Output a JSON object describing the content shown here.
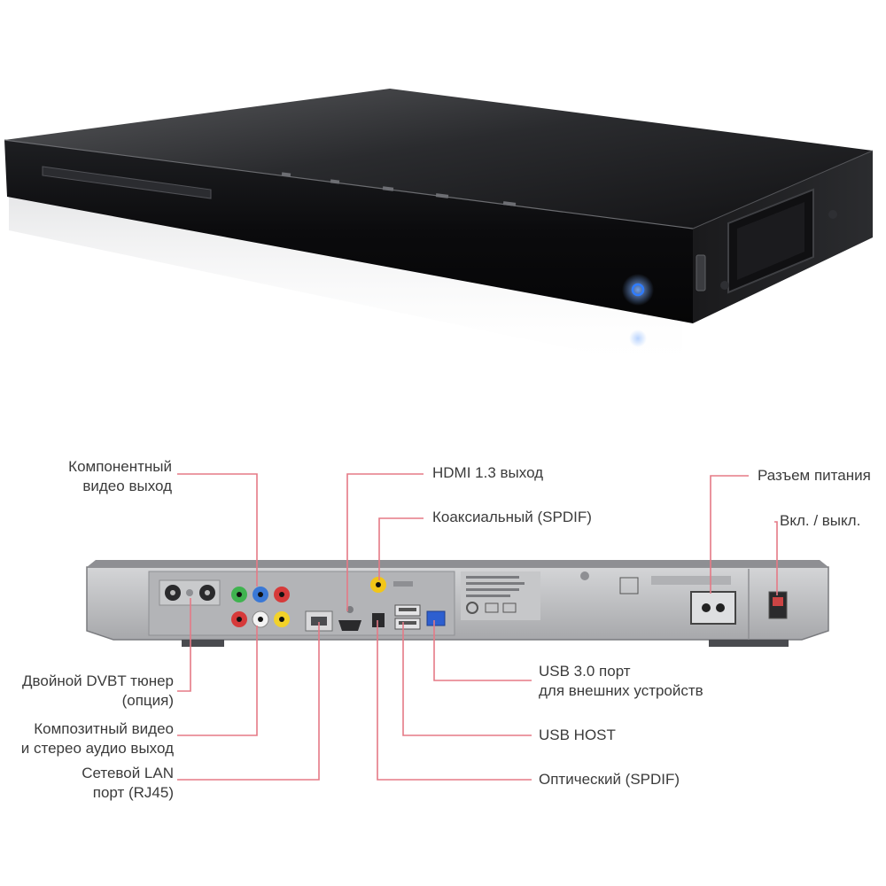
{
  "callouts": {
    "component_video": {
      "line1": "Компонентный",
      "line2": "видео выход"
    },
    "hdmi": "HDMI 1.3 выход",
    "coaxial": "Коаксиальный (SPDIF)",
    "power_connector": "Разъем питания",
    "power_switch": "Вкл. / выкл.",
    "dvbt_tuner": {
      "line1": "Двойной DVBT тюнер",
      "line2": "(опция)"
    },
    "composite_video": {
      "line1": "Композитный видео",
      "line2": "и стерео аудио выход"
    },
    "lan_port": {
      "line1": "Сетевой LAN",
      "line2": "порт (RJ45)"
    },
    "usb3": {
      "line1": "USB 3.0 порт",
      "line2": "для внешних устройств"
    },
    "usb_host": "USB HOST",
    "optical": "Оптический (SPDIF)"
  },
  "colors": {
    "leader_line": "#e57a86",
    "label_text": "#3b3b3b",
    "device_body": "#0d0d0f",
    "rear_panel": "#bfc0c2",
    "power_led": "#2f7cff"
  }
}
